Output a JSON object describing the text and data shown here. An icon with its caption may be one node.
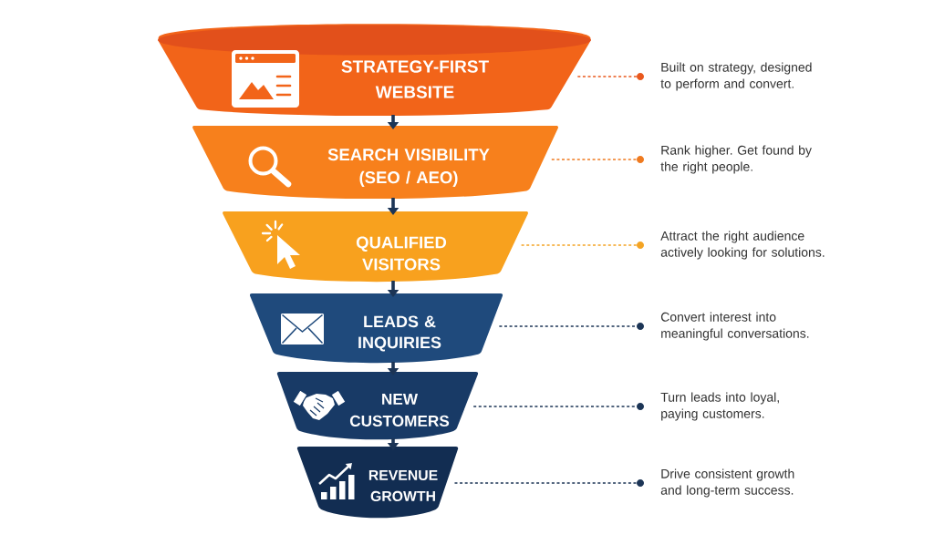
{
  "diagram": {
    "nodes": [
      {
        "text": [
          "STRATEGY-FIRST WEBSITE"
        ]
      },
      {
        "text": [
          "SEARCH VISIBILITY (SEO / AEO)"
        ]
      },
      {
        "text": [
          "QUALIFIED VISITORS"
        ]
      },
      {
        "text": [
          "LEADS & INQUIRIES"
        ]
      },
      {
        "text": [
          "NEW CUSTOMERS"
        ]
      },
      {
        "text": [
          "REVENUE GROWTH"
        ]
      },
      {
        "text": [],
        "shape": "circle",
        "beside": [
          "Built on strategy, designed to perform and convert."
        ]
      },
      {
        "text": [],
        "shape": "circle",
        "beside": [
          "Rank higher. Get found by the right people."
        ]
      },
      {
        "text": [],
        "shape": "circle",
        "beside": [
          "Attract the right audience actively looking for solutions."
        ]
      },
      {
        "text": [],
        "shape": "circle",
        "beside": [
          "Convert interest into meaningful conversations."
        ]
      },
      {
        "text": [],
        "shape": "circle",
        "beside": [
          "Turn leads into loyal, paying customers."
        ]
      },
      {
        "text": [],
        "shape": "circle",
        "beside": [
          "Drive consistent growth and long-term success."
        ]
      }
    ],
    "edges": [
      {
        "from": 0,
        "to": 1,
        "arrow": "to",
        "style": "thick"
      },
      {
        "from": 1,
        "to": 2,
        "arrow": "to",
        "style": "thick"
      },
      {
        "from": 2,
        "to": 3,
        "arrow": "to",
        "style": "thick"
      },
      {
        "from": 3,
        "to": 4,
        "arrow": "to",
        "style": "thick"
      },
      {
        "from": 4,
        "to": 5,
        "arrow": "to",
        "style": "thick"
      },
      {
        "from": 0,
        "to": 6,
        "arrow": "none",
        "style": "dashed",
        "color": "#e9581d"
      },
      {
        "from": 1,
        "to": 7,
        "arrow": "none",
        "style": "dashed",
        "color": "#ef7a1f"
      },
      {
        "from": 2,
        "to": 8,
        "arrow": "none",
        "style": "dashed",
        "color": "#f4a424"
      },
      {
        "from": 3,
        "to": 9,
        "arrow": "none",
        "style": "dashed"
      },
      {
        "from": 4,
        "to": 10,
        "arrow": "none",
        "style": "dashed"
      },
      {
        "from": 5,
        "to": 11,
        "arrow": "none",
        "style": "dashed"
      }
    ]
  }
}
